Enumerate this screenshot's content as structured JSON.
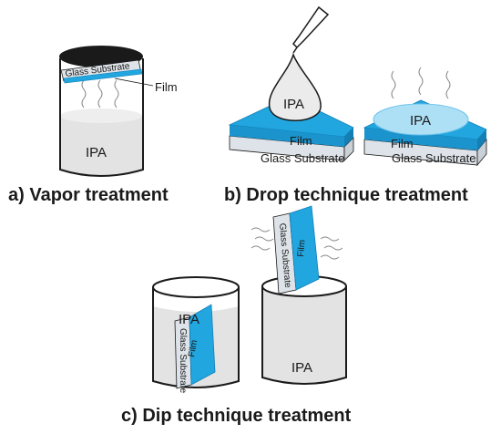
{
  "panel_a": {
    "caption": "a) Vapor treatment",
    "substrate_label": "Glass Substrate",
    "film_label": "Film",
    "liquid_label": "IPA"
  },
  "panel_b": {
    "caption": "b) Drop technique treatment",
    "drop_label": "IPA",
    "film_label": "Film",
    "substrate_label": "Glass Substrate",
    "spread_label": "IPA",
    "film_label_2": "Film",
    "substrate_label_2": "Glass Substrate"
  },
  "panel_c": {
    "caption": "c) Dip technique treatment",
    "liquid_label_left": "IPA",
    "substrate_label_left": "Glass Substrate",
    "film_label_left": "Film",
    "substrate_label_right": "Glass Substrate",
    "film_label_right": "Film",
    "liquid_label_right": "IPA"
  },
  "colors": {
    "film": "#21a6e0",
    "film_dark": "#137fb5",
    "glass": "#dde3e8",
    "liquid": "#e3e3e3",
    "outline": "#1a1a1a"
  }
}
